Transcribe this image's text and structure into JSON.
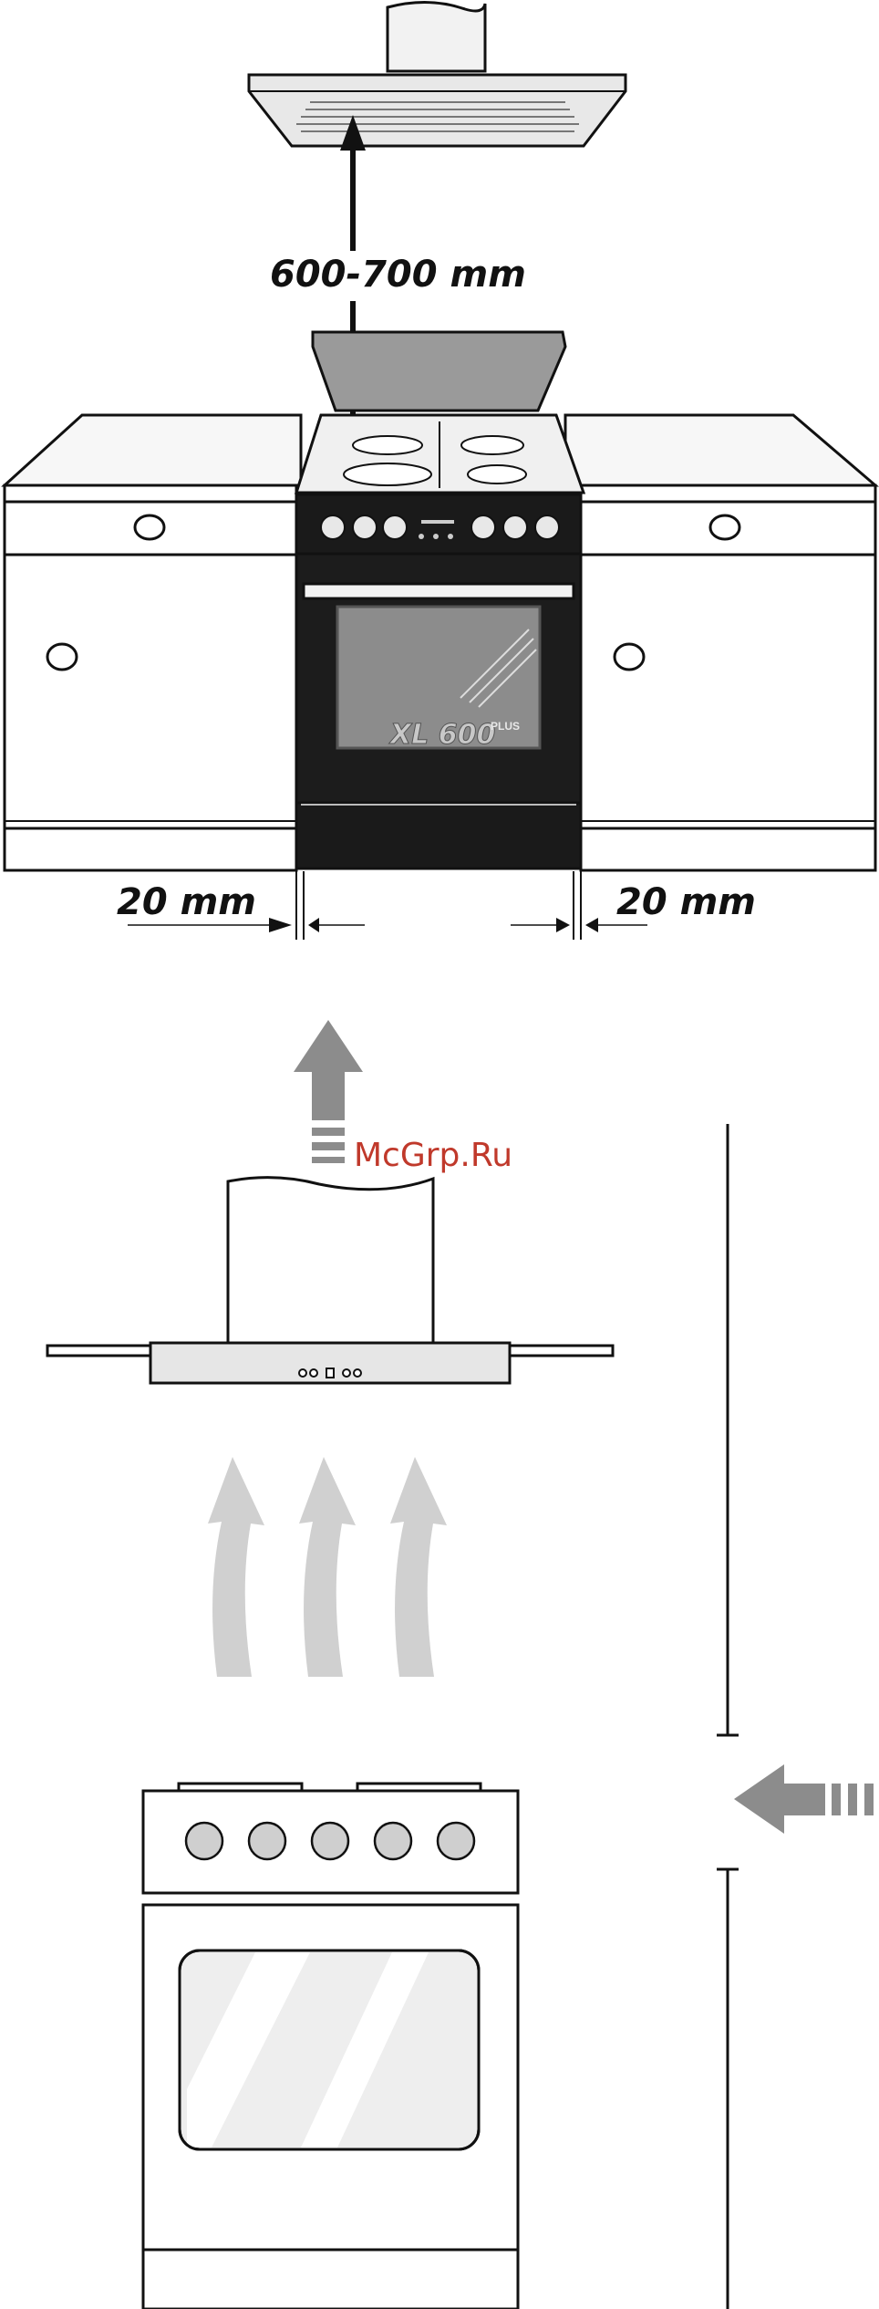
{
  "labels": {
    "hood_height": "600-700 mm",
    "left_gap": "20 mm",
    "right_gap": "20 mm",
    "watermark": "McGrp.Ru",
    "oven_model": "XL 600",
    "oven_model_suffix": "PLUS"
  },
  "colors": {
    "line": "#111111",
    "panel": "#1a1a1a",
    "glass": "#8a8a8a",
    "hood_fill": "#e6e6e6",
    "heat_arrows": "#d0d0d0",
    "air_arrows": "#8c8c8c",
    "watermark": "#c0392b"
  }
}
